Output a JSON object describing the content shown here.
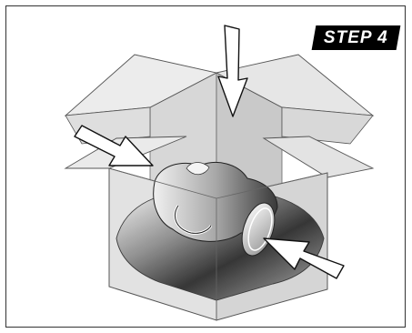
{
  "step": {
    "label": "STEP 4"
  },
  "illustration": {
    "subject": "packing-box-with-product-and-foam-inserts",
    "arrow_count": 3
  },
  "colors": {
    "border": "#333333",
    "badge_bg": "#000000",
    "badge_text": "#ffffff",
    "flap": "#e6e6e6",
    "box_side": "#dcdcdc",
    "outline": "#555555"
  }
}
